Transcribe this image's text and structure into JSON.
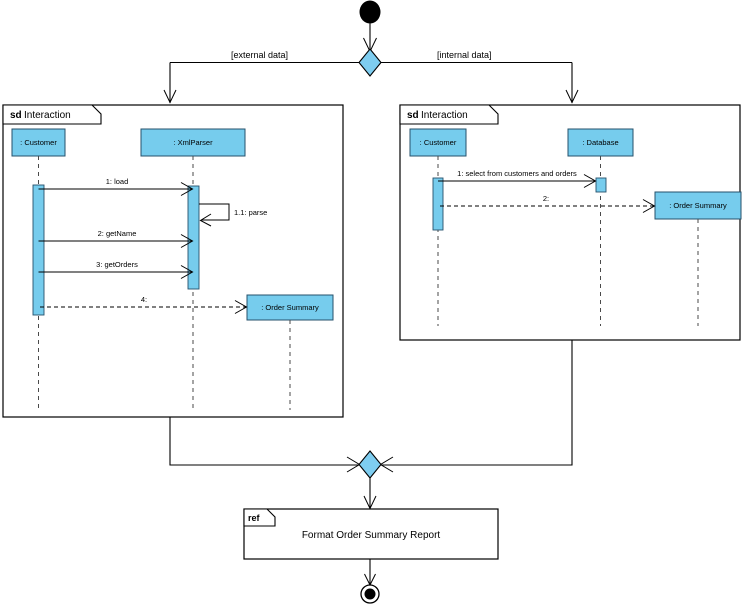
{
  "diagram": {
    "type": "uml-interaction-overview-diagram",
    "colors": {
      "node_fill": "#7ecdf0",
      "lifeline_fill": "#76cced",
      "activation_fill": "#76cced",
      "stroke": "#000000",
      "background": "#ffffff"
    },
    "initial_node": {
      "name": "initial-node"
    },
    "final_node": {
      "name": "final-node"
    },
    "decision_node": {
      "name": "decision-node"
    },
    "merge_node": {
      "name": "merge-node"
    },
    "guards": {
      "left": "[external data]",
      "right": "[internal data]"
    },
    "frames": [
      {
        "keyword": "sd",
        "title": "Interaction",
        "lifelines": [
          {
            "label": ": Customer"
          },
          {
            "label": ": XmlParser"
          },
          {
            "label": ": Order Summary"
          }
        ],
        "messages": [
          {
            "text": "1: load"
          },
          {
            "text": "1.1: parse"
          },
          {
            "text": "2: getName"
          },
          {
            "text": "3: getOrders"
          },
          {
            "text": "4:"
          }
        ]
      },
      {
        "keyword": "sd",
        "title": "Interaction",
        "lifelines": [
          {
            "label": ": Customer"
          },
          {
            "label": ": Database"
          },
          {
            "label": ": Order Summary"
          }
        ],
        "messages": [
          {
            "text": "1: select from customers and orders"
          },
          {
            "text": "2:"
          }
        ]
      }
    ],
    "ref_frame": {
      "keyword": "ref",
      "title": "Format Order Summary Report"
    }
  }
}
